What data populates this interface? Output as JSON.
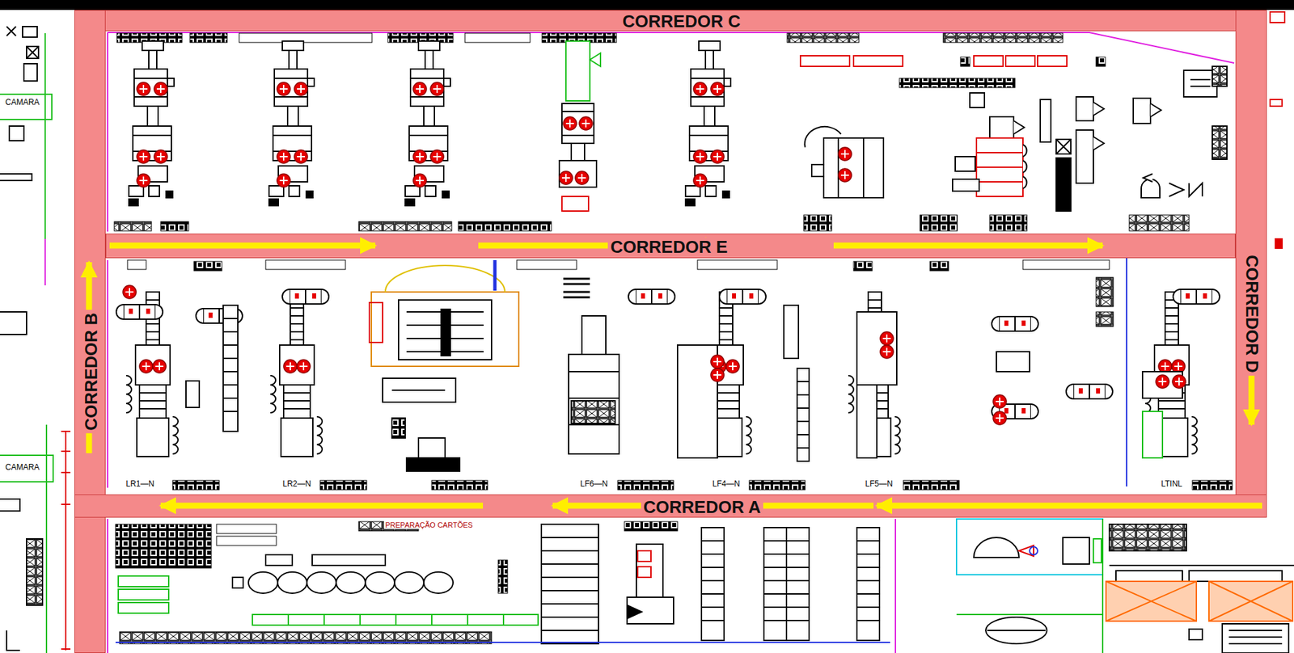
{
  "diagram": {
    "nodes": [
      {
        "text": [
          "CORREDOR C"
        ]
      },
      {
        "text": [
          "CORREDOR B"
        ]
      },
      {
        "text": [
          "CORREDOR D"
        ]
      },
      {
        "text": [
          "CORREDOR E"
        ]
      },
      {
        "text": [
          "CORREDOR A"
        ]
      }
    ],
    "labels": [
      "CAMARA",
      "CAMARA",
      "LR1—N",
      "LR2—N",
      "LF6—N",
      "LF4—N",
      "LF5—N",
      "LTINL",
      "PREPARAÇÃO CARTÕES"
    ]
  }
}
